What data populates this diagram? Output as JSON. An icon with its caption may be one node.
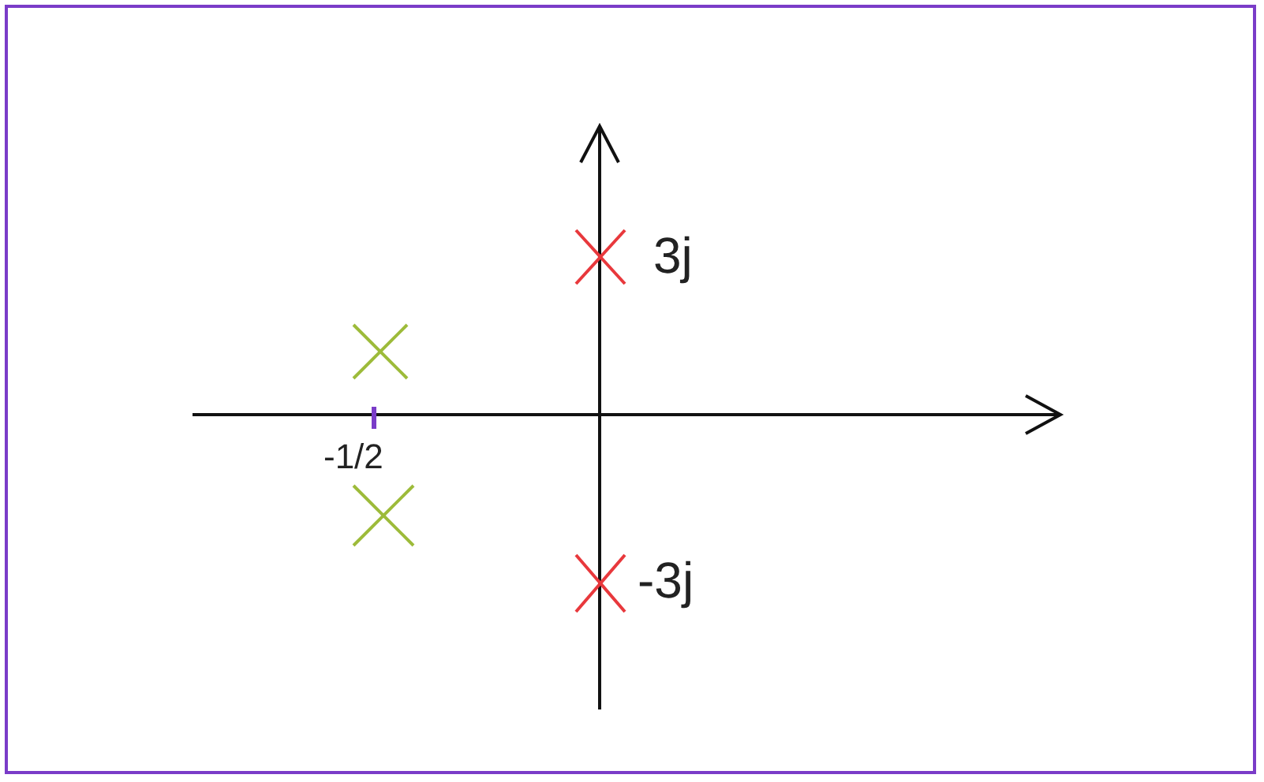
{
  "diagram": {
    "labels": [
      "3j",
      "-1/2",
      "-3j"
    ]
  }
}
